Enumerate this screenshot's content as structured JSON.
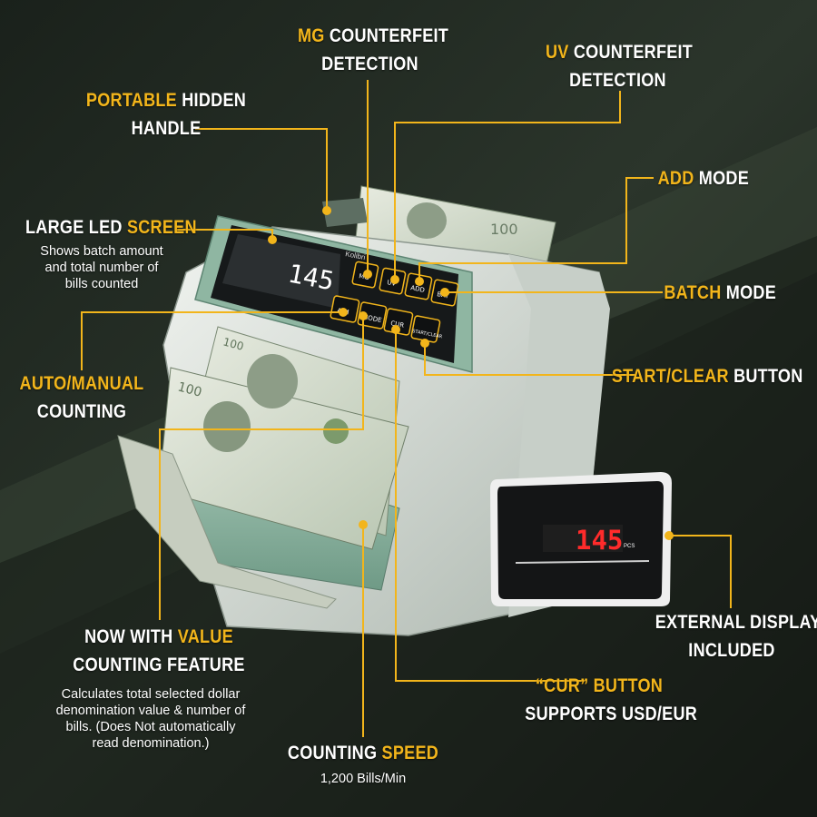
{
  "colors": {
    "accent": "#f2b51b",
    "background": "#222a22",
    "text": "#ffffff",
    "led_red": "#ff2b2b"
  },
  "callouts": {
    "mg": {
      "hl": "MG",
      "rest": " COUNTERFEIT",
      "line2": "DETECTION"
    },
    "uv": {
      "hl": "UV",
      "rest": " COUNTERFEIT",
      "line2": "DETECTION"
    },
    "handle": {
      "hl": "PORTABLE",
      "rest": " HIDDEN",
      "line2": "HANDLE"
    },
    "add": {
      "hl": "ADD",
      "rest": " MODE"
    },
    "screen": {
      "pre": "LARGE LED ",
      "hl": "SCREEN",
      "desc": [
        "Shows batch amount",
        "and total number of",
        "bills counted"
      ]
    },
    "batch": {
      "hl": "BATCH",
      "rest": " MODE"
    },
    "auto": {
      "hl": "AUTO/MANUAL",
      "line2": "COUNTING"
    },
    "start": {
      "hl": "START/CLEAR",
      "rest": " BUTTON"
    },
    "value": {
      "pre": "NOW WITH ",
      "hl": "VALUE",
      "line2": "COUNTING FEATURE",
      "desc": [
        "Calculates total selected dollar",
        "denomination value & number of",
        "bills. (Does Not automatically",
        "read denomination.)"
      ]
    },
    "external": {
      "line1": "EXTERNAL DISPLAY",
      "line2": "INCLUDED"
    },
    "cur": {
      "hl": "“CUR” BUTTON",
      "line2": "SUPPORTS USD/EUR"
    },
    "speed": {
      "pre": "COUNTING ",
      "hl": "SPEED",
      "desc": "1,200 Bills/Min"
    }
  },
  "device": {
    "brand": "Kolibri",
    "led_value": "145",
    "ext_value": "145",
    "ext_unit": "PCS",
    "buttons": [
      "MG",
      "UV",
      "ADD",
      "BAT",
      "A/M",
      "MODE",
      "CUR",
      "START/CLEAR"
    ]
  }
}
